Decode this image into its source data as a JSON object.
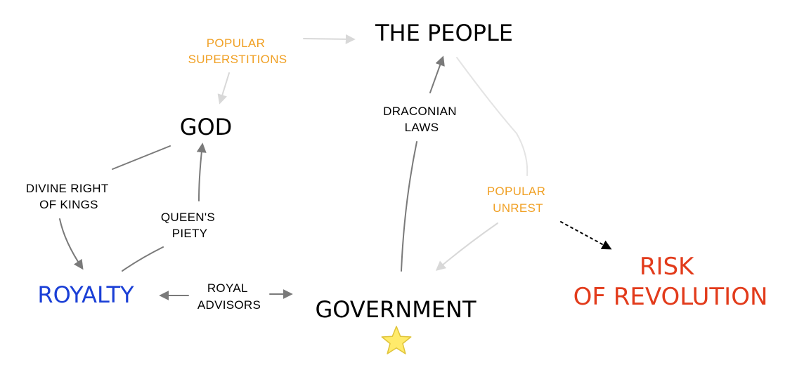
{
  "colors": {
    "node_default": "#000000",
    "royalty": "#1a3fd6",
    "risk": "#e23b1b",
    "edge_orange": "#f0a024",
    "edge_black": "#000000",
    "arrow_dark": "#7a7a7a",
    "arrow_light": "#d8d8d8",
    "star_fill": "#ffeb6b",
    "star_stroke": "#e0c43a"
  },
  "nodes": {
    "the_people": "THE PEOPLE",
    "god": "GOD",
    "royalty": "ROYALTY",
    "government": "GOVERNMENT",
    "risk_line1": "RISK",
    "risk_line2": "OF REVOLUTION"
  },
  "edges": {
    "popular_superstitions": [
      "POPULAR",
      "SUPERSTITIONS"
    ],
    "draconian_laws": [
      "DRACONIAN",
      "LAWS"
    ],
    "divine_right": [
      "DIVINE RIGHT",
      "OF KINGS"
    ],
    "queens_piety": [
      "QUEEN'S",
      "PIETY"
    ],
    "popular_unrest": [
      "POPULAR",
      "UNREST"
    ],
    "royal_advisors": [
      "ROYAL",
      "ADVISORS"
    ]
  },
  "icons": {
    "government_marker": "star-icon"
  }
}
